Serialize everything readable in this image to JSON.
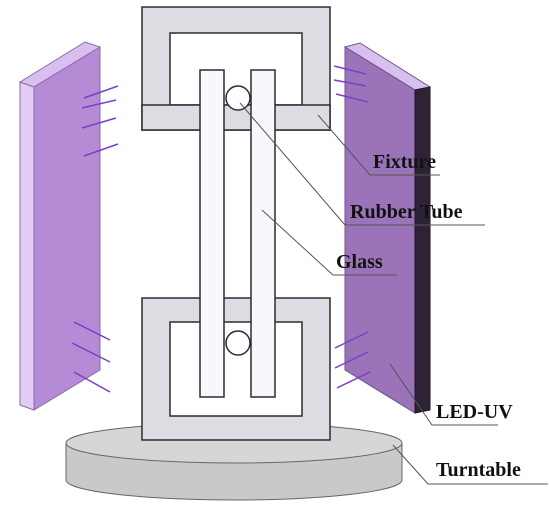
{
  "labels": {
    "fixture": "Fixture",
    "rubber_tube": "Rubber Tube",
    "glass": "Glass",
    "led_uv": "LED-UV",
    "turntable": "Turntable"
  },
  "colors": {
    "led_panel": "#b58bd6",
    "led_panel_front": "#9a73b8",
    "led_edge_dark": "#2e2236",
    "led_edge_light": "#e4cdf5",
    "uv_ray": "#7b3fc4",
    "fixture_fill": "#dcdde3",
    "fixture_stroke": "#2b2b33",
    "glass_fill": "#f7f8fb",
    "turntable_top": "#d6d6d6",
    "turntable_side": "#c9c9c9",
    "leader_line": "#555555"
  }
}
